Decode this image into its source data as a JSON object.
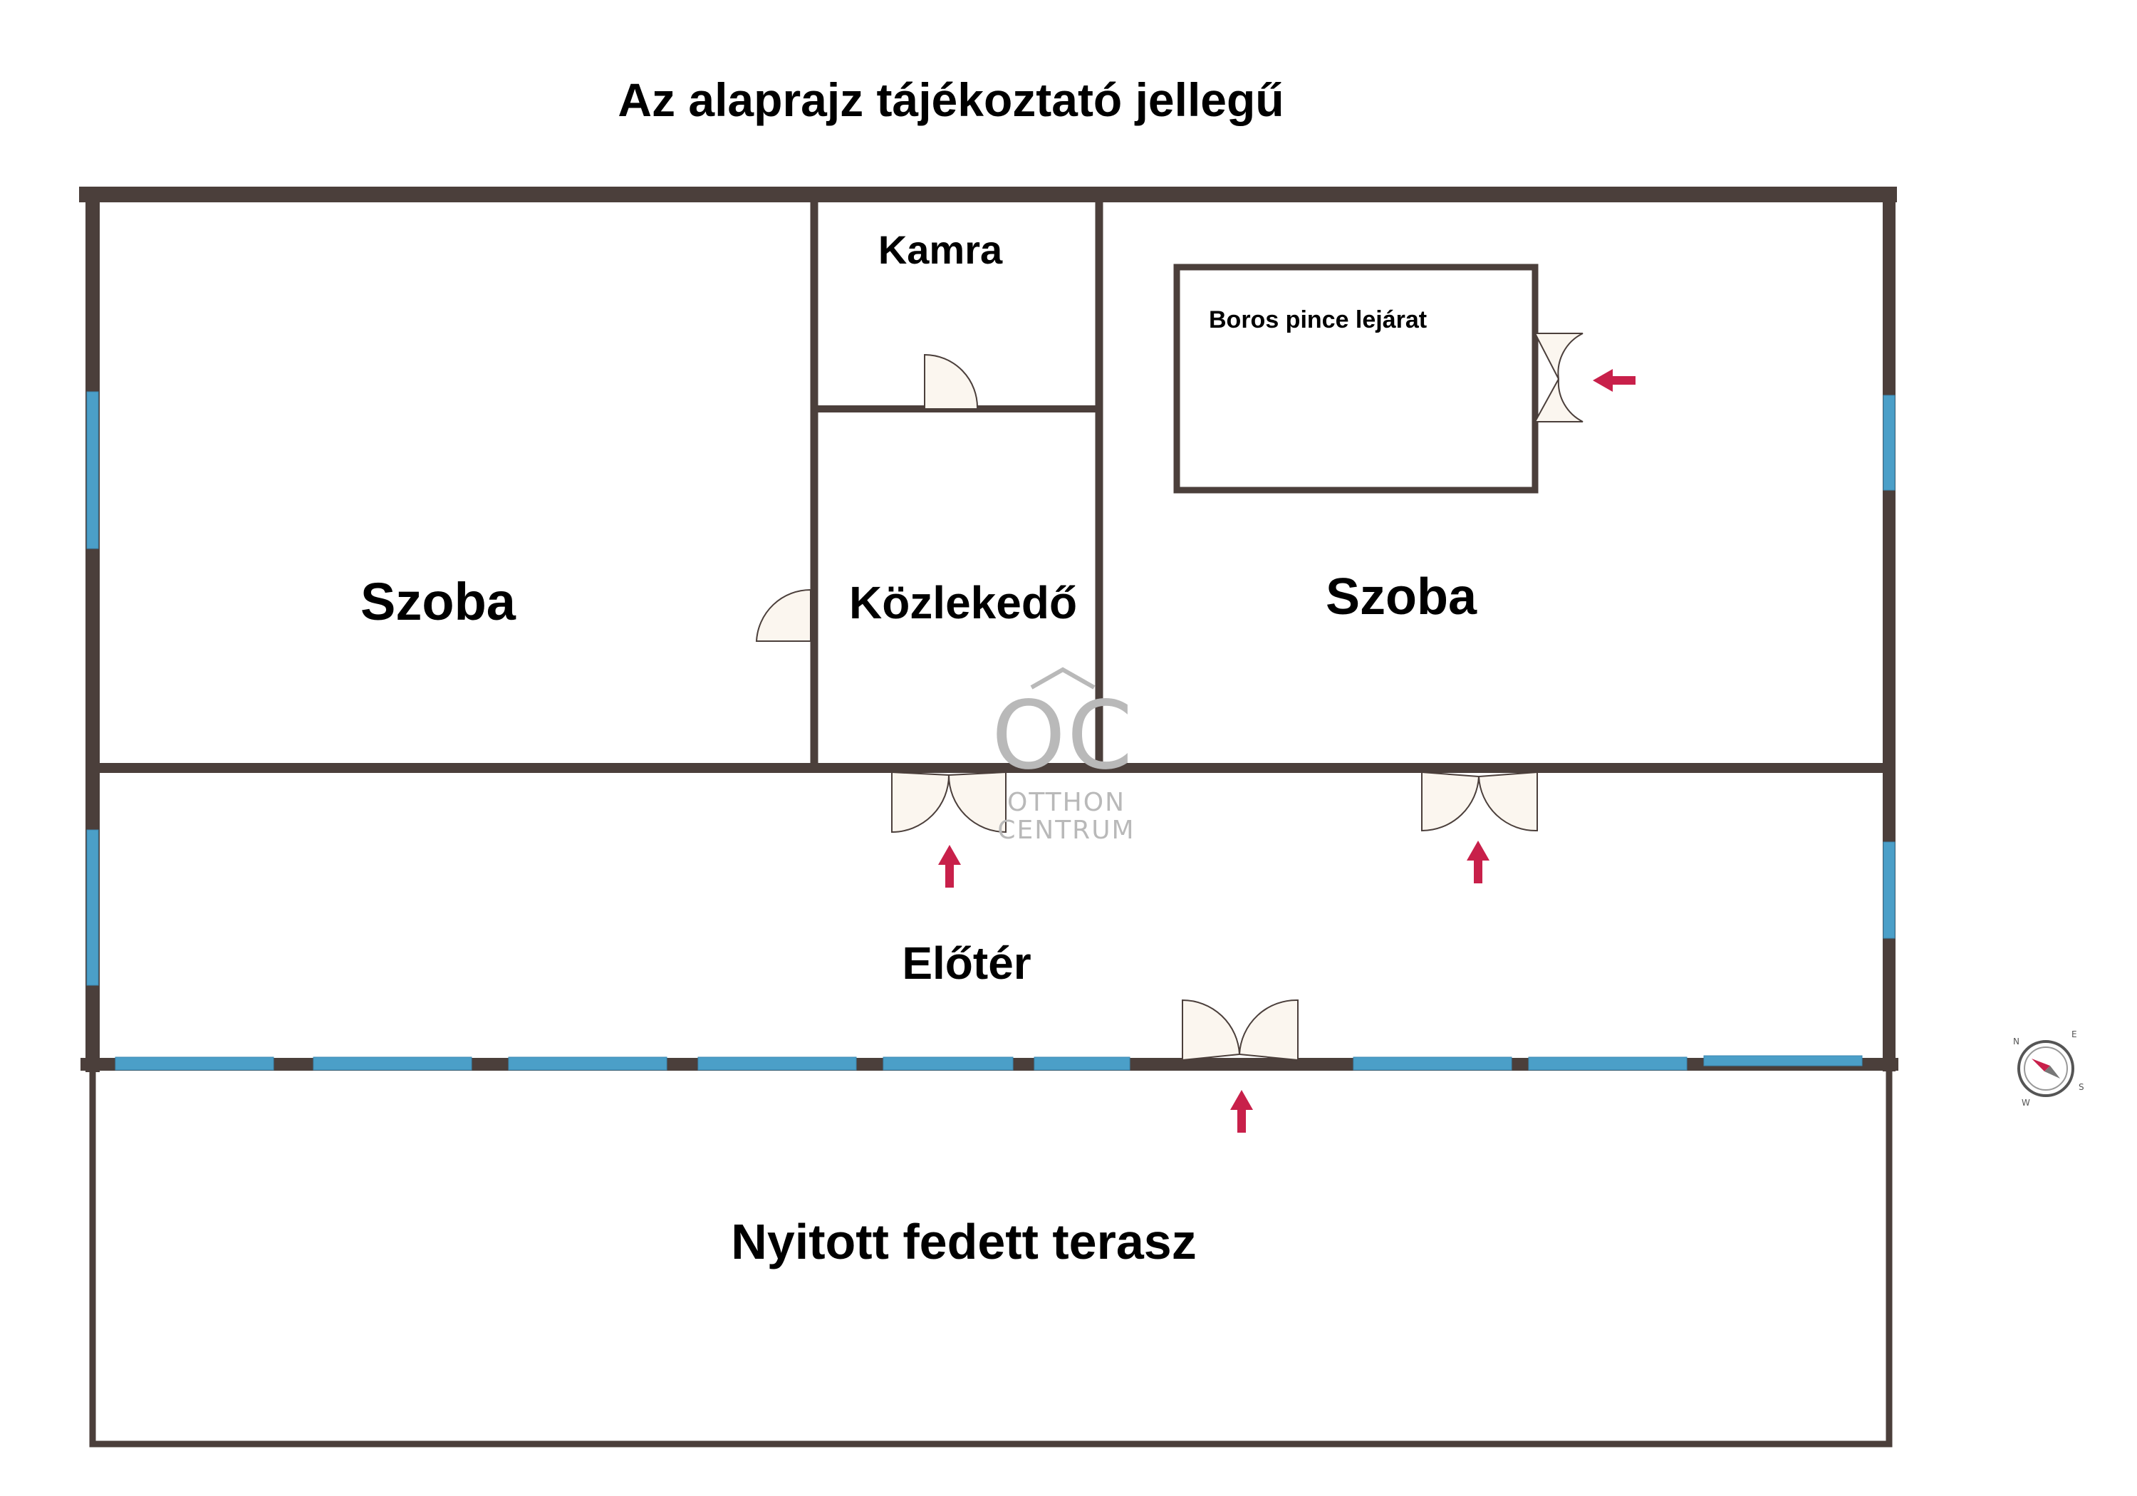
{
  "title": "Az alaprajz tájékoztató jellegű",
  "rooms": {
    "szoba_left": "Szoba",
    "kamra": "Kamra",
    "kozlekedo": "Közlekedő",
    "boros_pince": "Boros pince lejárat",
    "szoba_right": "Szoba",
    "eloter": "Előtér",
    "terasz": "Nyitott fedett terasz"
  },
  "watermark": {
    "mark": "OC",
    "line1": "OTTHON",
    "line2": "CENTRUM"
  },
  "compass": {
    "n": "N",
    "e": "E",
    "s": "S",
    "w": "W"
  },
  "colors": {
    "wall": "#4b3f3b",
    "window": "#4b9fc8",
    "door_fill": "#fbf6ef",
    "arrow": "#c8204a",
    "watermark": "#b9b9b9"
  },
  "icons": {
    "entry_arrow": "entry-arrow-icon",
    "compass": "compass-icon",
    "door": "door-swing-icon"
  }
}
